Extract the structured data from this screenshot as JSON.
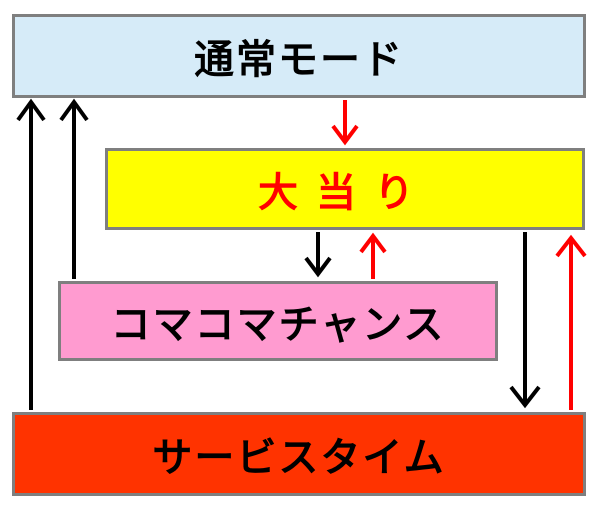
{
  "diagram": {
    "states": [
      {
        "id": "normal",
        "label": "通常モード",
        "fill": "#d6ebf8",
        "text_color": "#000000"
      },
      {
        "id": "bigwin",
        "label": "大当り",
        "fill": "#ffff00",
        "text_color": "#ff0000"
      },
      {
        "id": "chance",
        "label": "コマコマチャンス",
        "fill": "#ff9bd0",
        "text_color": "#000000"
      },
      {
        "id": "service",
        "label": "サービスタイム",
        "fill": "#ff3300",
        "text_color": "#000000"
      }
    ],
    "transitions": [
      {
        "from": "normal",
        "to": "bigwin",
        "color": "#ff0000"
      },
      {
        "from": "bigwin",
        "to": "chance",
        "color": "#000000"
      },
      {
        "from": "chance",
        "to": "bigwin",
        "color": "#ff0000"
      },
      {
        "from": "bigwin",
        "to": "service",
        "color": "#000000"
      },
      {
        "from": "service",
        "to": "bigwin",
        "color": "#ff0000"
      },
      {
        "from": "chance",
        "to": "normal",
        "color": "#000000"
      },
      {
        "from": "service",
        "to": "normal",
        "color": "#000000"
      }
    ]
  }
}
